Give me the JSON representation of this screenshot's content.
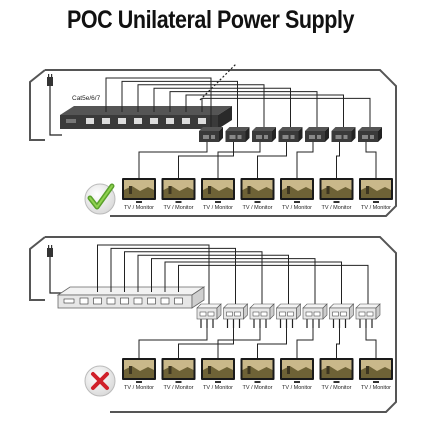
{
  "title": "POC Unilateral Power Supply",
  "top_panel": {
    "cable_label": "Cat5e/6/7",
    "status_icon": "check-mark-icon",
    "status_color": "#5aa02c"
  },
  "bottom_panel": {
    "status_icon": "x-mark-icon",
    "status_color": "#d0202a"
  },
  "tv_label": "TV / Monitor",
  "tv_count": 7,
  "colors": {
    "frame": "#555555",
    "wire": "#222222",
    "device_dark": "#3a3a3a",
    "device_light": "#e8e8e8",
    "screen_sky": "#c9b88a",
    "screen_ground": "#6e6236"
  }
}
